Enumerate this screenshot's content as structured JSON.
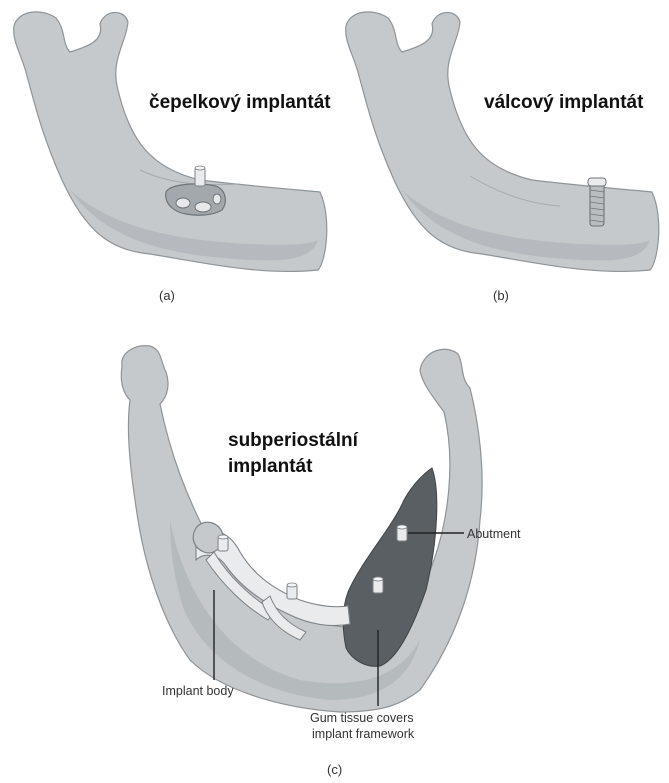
{
  "panels": [
    {
      "id": "a",
      "title": "čepelkový implantát",
      "caption": "(a)"
    },
    {
      "id": "b",
      "title": "válcový implantát",
      "caption": "(b)"
    },
    {
      "id": "c",
      "title_line1": "subperiostální",
      "title_line2": "implantát",
      "caption": "(c)"
    }
  ],
  "annotations": {
    "abutment": "Abutment",
    "implant_body": "Implant body",
    "gum_line1": "Gum tissue covers",
    "gum_line2": "implant framework"
  },
  "colors": {
    "bone": "#c5c9cc",
    "bone_outline": "#8e9498",
    "bone_shade": "#b2b7ba",
    "gum": "#5a5f63",
    "metal": "#e9ebec",
    "metal_outline": "#7c8185"
  }
}
